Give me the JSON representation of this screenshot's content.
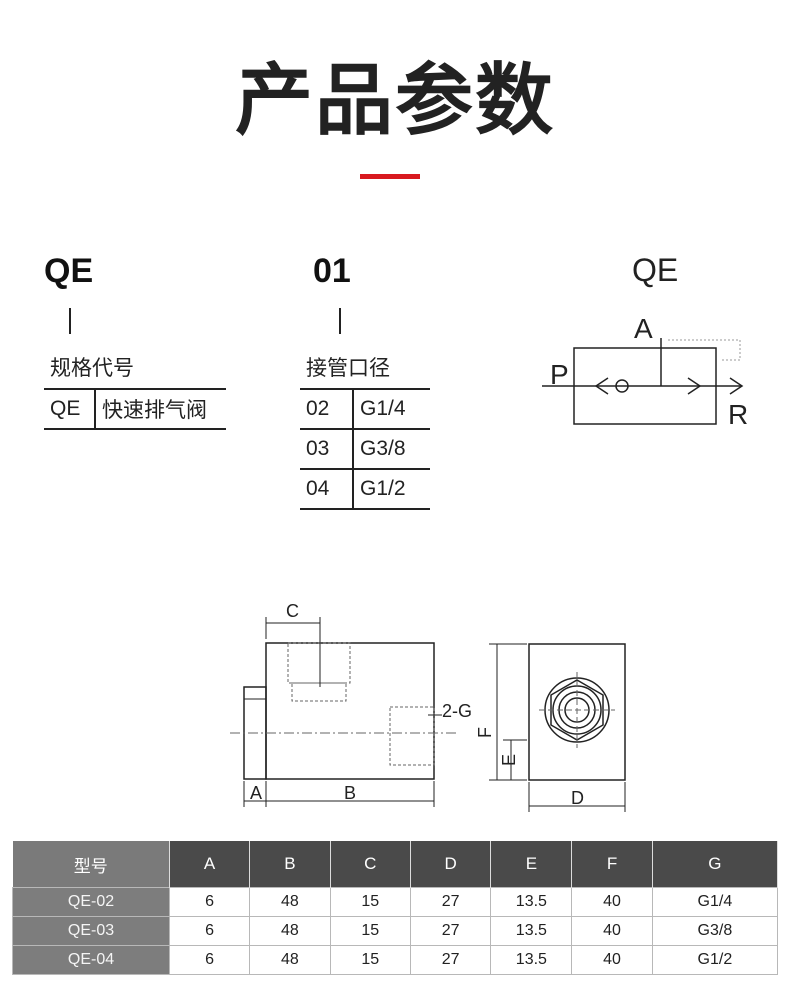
{
  "title": "产品参数",
  "code_parts": [
    {
      "code": "QE",
      "caption": "规格代号",
      "rows": [
        [
          "QE",
          "快速排气阀"
        ]
      ]
    },
    {
      "code": "01",
      "caption": "接管口径",
      "rows": [
        [
          "02",
          "G1/4"
        ],
        [
          "03",
          "G3/8"
        ],
        [
          "04",
          "G1/2"
        ]
      ]
    }
  ],
  "symbol": {
    "name": "QE",
    "port_a": "A",
    "port_p": "P",
    "port_r": "R"
  },
  "drawing_labels": {
    "a": "A",
    "b": "B",
    "c": "C",
    "d": "D",
    "e": "E",
    "f": "F",
    "g": "2-G"
  },
  "params_table": {
    "headers": [
      "型号",
      "A",
      "B",
      "C",
      "D",
      "E",
      "F",
      "G"
    ],
    "rows": [
      [
        "QE-02",
        "6",
        "48",
        "15",
        "27",
        "13.5",
        "40",
        "G1/4"
      ],
      [
        "QE-03",
        "6",
        "48",
        "15",
        "27",
        "13.5",
        "40",
        "G3/8"
      ],
      [
        "QE-04",
        "6",
        "48",
        "15",
        "27",
        "13.5",
        "40",
        "G1/2"
      ]
    ]
  },
  "colors": {
    "accent": "#d8191f",
    "header_bg": "#4a4a4a",
    "row_label_bg": "#7d7d7d"
  }
}
